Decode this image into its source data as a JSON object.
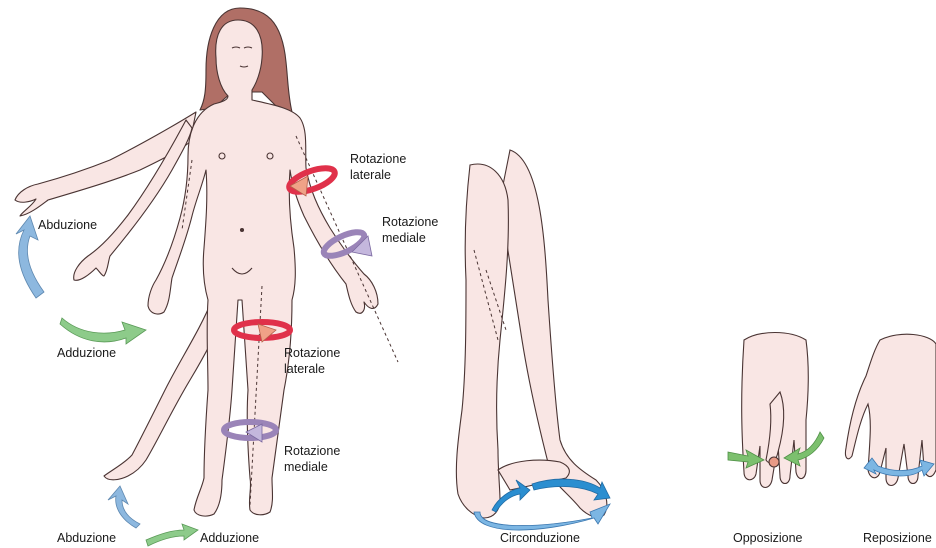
{
  "labels": {
    "abduzione_arm": "Abduzione",
    "adduzione_arm": "Adduzione",
    "rot_lat_arm_1": "Rotazione",
    "rot_lat_arm_2": "laterale",
    "rot_med_arm_1": "Rotazione",
    "rot_med_arm_2": "mediale",
    "rot_lat_leg_1": "Rotazione",
    "rot_lat_leg_2": "laterale",
    "rot_med_leg_1": "Rotazione",
    "rot_med_leg_2": "mediale",
    "abduzione_leg": "Abduzione",
    "adduzione_leg": "Adduzione",
    "circonduzione": "Circonduzione",
    "opposizione": "Opposizione",
    "reposizione": "Reposizione"
  },
  "colors": {
    "skin": "#f9e6e4",
    "skin_shade": "#efcfcc",
    "outline": "#4a3433",
    "hair": "#b06f66",
    "abduction_blue": "#8db8df",
    "adduction_green": "#8dcb8a",
    "lateral_red": "#e0314a",
    "lateral_salmon": "#f0a287",
    "medial_purple": "#9a84b8",
    "medial_lilac": "#c4b7dd",
    "circ_blue": "#2b8ed0",
    "circ_light": "#7cb6e3",
    "thumb_green": "#7cc06e"
  }
}
